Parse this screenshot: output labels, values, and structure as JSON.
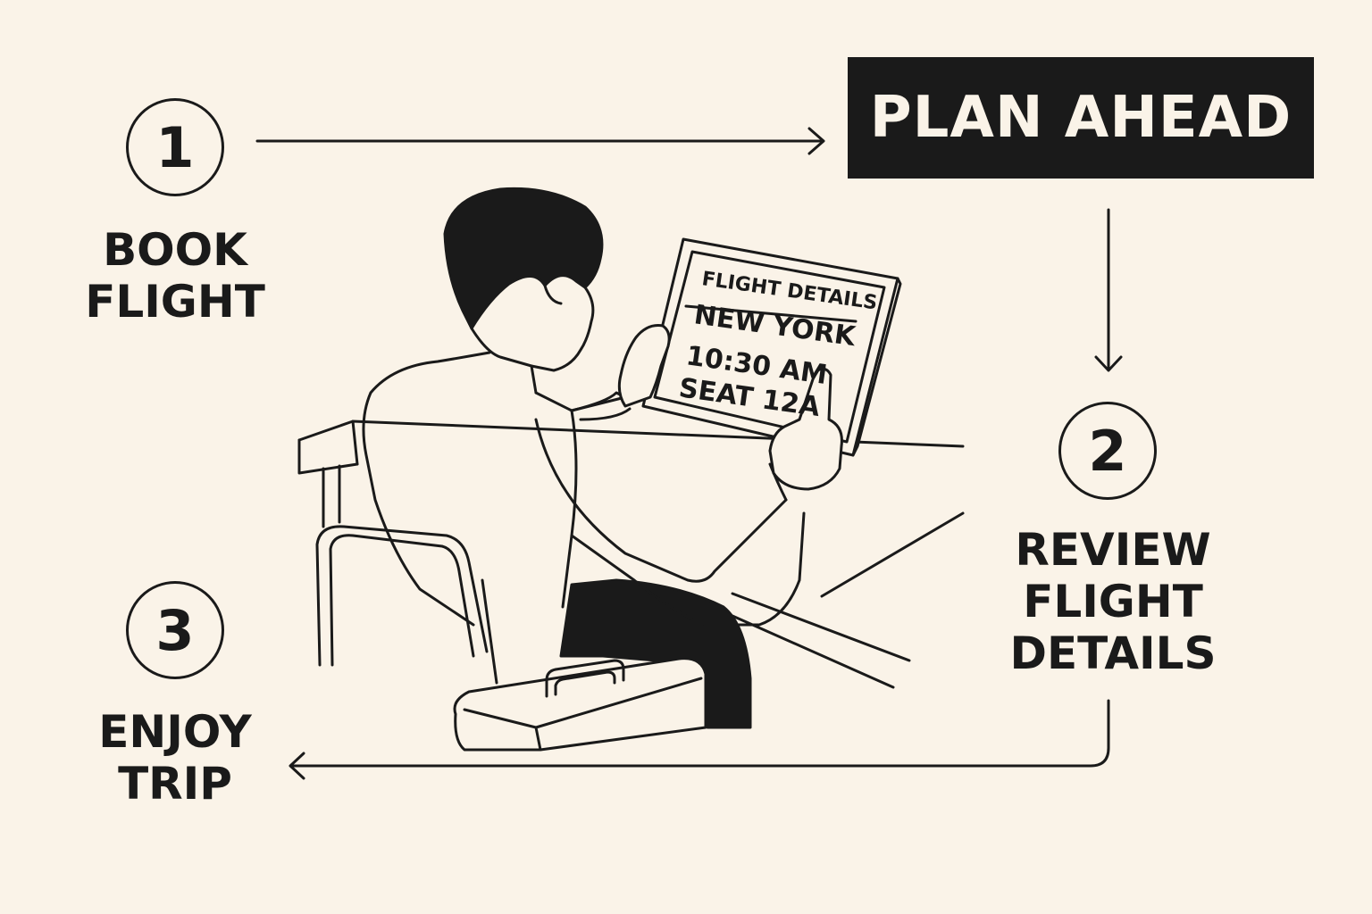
{
  "plan": {
    "title": "PLAN AHEAD"
  },
  "steps": [
    {
      "number": "1",
      "lines": [
        "BOOK",
        "FLIGHT"
      ]
    },
    {
      "number": "2",
      "lines": [
        "REVIEW",
        "FLIGHT",
        "DETAILS"
      ]
    },
    {
      "number": "3",
      "lines": [
        "ENJOY",
        "TRIP"
      ]
    }
  ],
  "tablet": {
    "header": "FLIGHT DETAILS",
    "lines": [
      "NEW YORK",
      "10:30 AM",
      "SEAT 12A"
    ]
  },
  "colors": {
    "background": "#faf3e8",
    "ink": "#1a1a1a"
  }
}
